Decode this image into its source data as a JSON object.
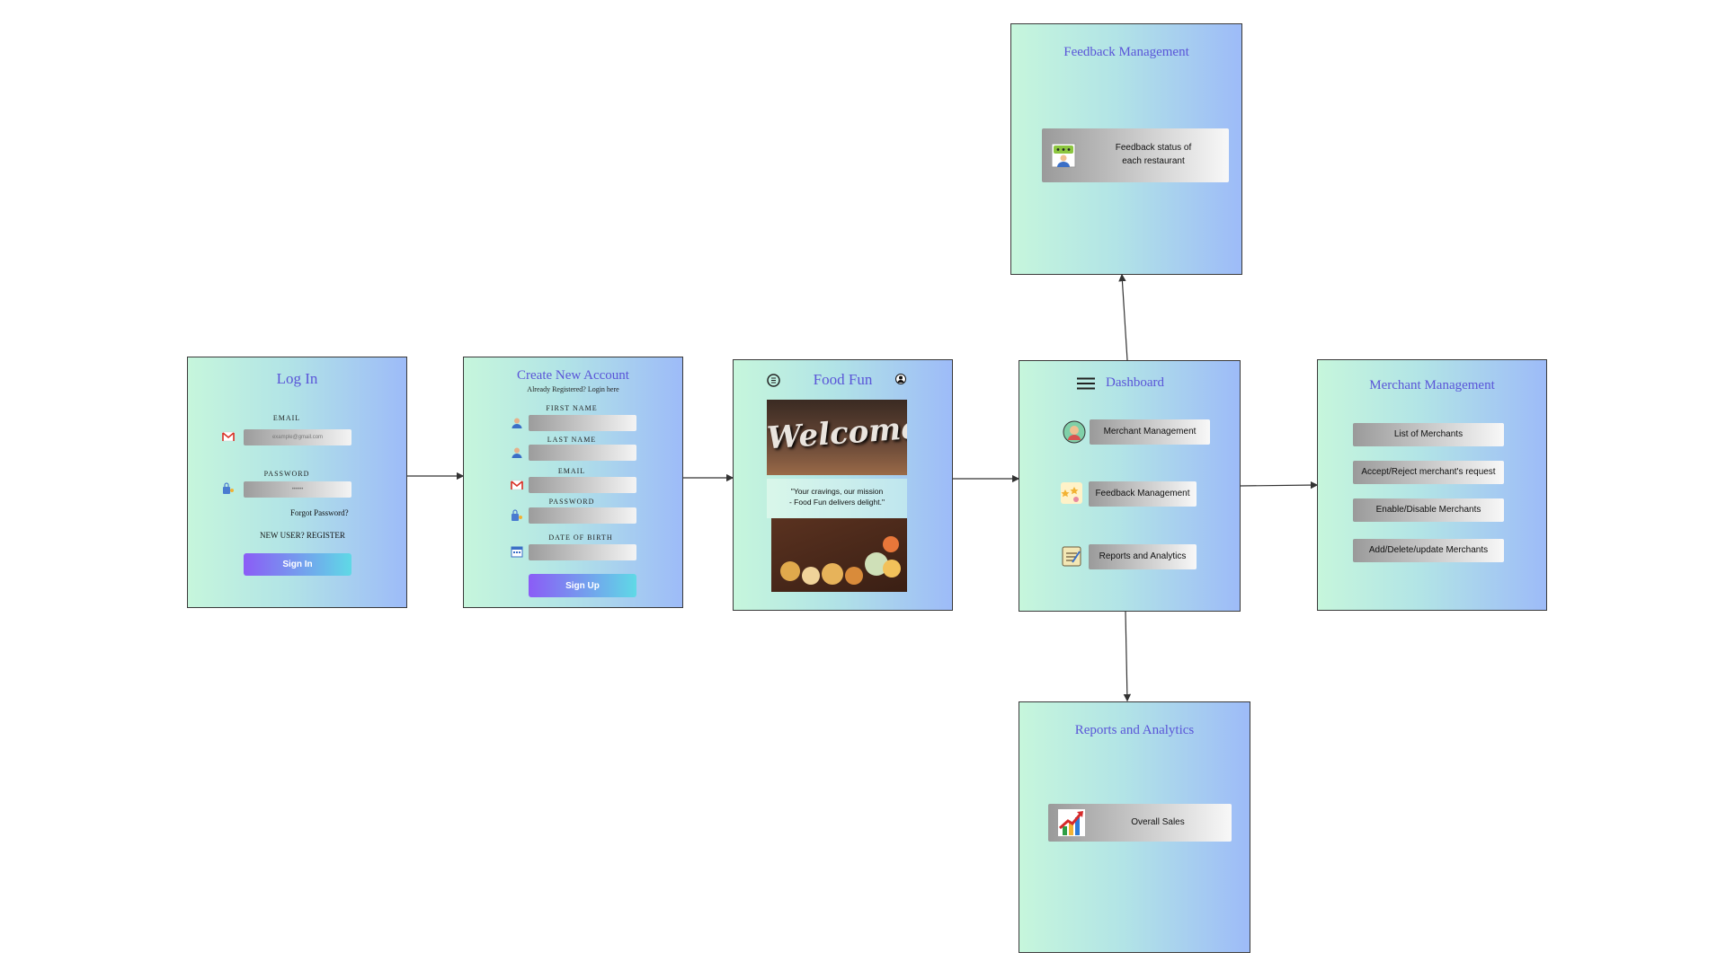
{
  "login": {
    "title": "Log In",
    "email_label": "EMAIL",
    "email_placeholder": "example@gmail.com",
    "password_label": "PASSWORD",
    "password_placeholder": "••••••",
    "forgot": "Forgot Password?",
    "register": "NEW USER? REGISTER",
    "button": "Sign In"
  },
  "create": {
    "title": "Create New Account",
    "subtitle": "Already Registered? Login here",
    "first_name": "FIRST NAME",
    "last_name": "LAST NAME",
    "email": "EMAIL",
    "password": "PASSWORD",
    "dob": "DATE OF BIRTH",
    "button": "Sign Up"
  },
  "home": {
    "title": "Food Fun",
    "welcome": "Welcome",
    "quote_line1": "\"Your cravings, our mission",
    "quote_line2": "- Food Fun delivers delight.\""
  },
  "dashboard": {
    "title": "Dashboard",
    "items": [
      "Merchant Management",
      "Feedback Management",
      "Reports and Analytics"
    ]
  },
  "merchant": {
    "title": "Merchant Management",
    "items": [
      "List of Merchants",
      "Accept/Reject merchant's request",
      "Enable/Disable Merchants",
      "Add/Delete/update  Merchants"
    ]
  },
  "feedback": {
    "title": "Feedback Management",
    "item_line1": "Feedback status of",
    "item_line2": "each restaurant"
  },
  "reports": {
    "title": "Reports and Analytics",
    "item": "Overall Sales"
  },
  "colors": {
    "title": "#5a55d8",
    "panel_left": "#c6f6dc",
    "panel_right": "#9dbbf8",
    "button_left": "#8b5cf6",
    "button_right": "#5fd9e6"
  }
}
